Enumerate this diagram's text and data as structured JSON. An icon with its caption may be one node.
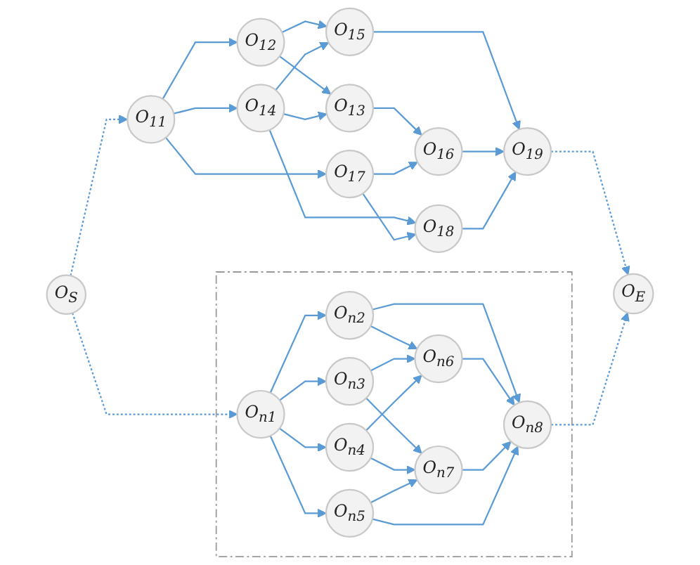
{
  "diagram": {
    "nodes": [
      {
        "text": [
          "O$_{S}$"
        ]
      },
      {
        "text": [
          "O$_{11}$"
        ]
      },
      {
        "text": [
          "O$_{12}$"
        ]
      },
      {
        "text": [
          "O$_{14}$"
        ]
      },
      {
        "text": [
          "O$_{17}$"
        ]
      },
      {
        "text": [
          "O$_{15}$"
        ]
      },
      {
        "text": [
          "O$_{13}$"
        ]
      },
      {
        "text": [
          "O$_{18}$"
        ]
      },
      {
        "text": [
          "O$_{16}$"
        ]
      },
      {
        "text": [
          "O$_{19}$"
        ]
      },
      {
        "text": [],
        "shape": "box"
      },
      {
        "text": [
          "O$_{n1}$"
        ],
        "in": 10
      },
      {
        "text": [
          "O$_{n2}$"
        ],
        "in": 10
      },
      {
        "text": [
          "O$_{n3}$"
        ],
        "in": 10
      },
      {
        "text": [
          "O$_{n4}$"
        ],
        "in": 10
      },
      {
        "text": [
          "O$_{n5}$"
        ],
        "in": 10
      },
      {
        "text": [
          "O$_{n6}$"
        ],
        "in": 10
      },
      {
        "text": [
          "O$_{n7}$"
        ],
        "in": 10
      },
      {
        "text": [
          "O$_{n8}$"
        ],
        "in": 10
      },
      {
        "text": [
          "O$_{E}$"
        ]
      }
    ],
    "edges": [
      {
        "from": 0,
        "to": 1,
        "arrow": "to",
        "style": "dashed"
      },
      {
        "from": 1,
        "to": 2,
        "arrow": "to"
      },
      {
        "from": 1,
        "to": 3,
        "arrow": "to"
      },
      {
        "from": 1,
        "to": 4,
        "arrow": "to"
      },
      {
        "from": 2,
        "to": 5,
        "arrow": "to"
      },
      {
        "from": 2,
        "to": 6,
        "arrow": "to"
      },
      {
        "from": 3,
        "to": 5,
        "arrow": "to"
      },
      {
        "from": 3,
        "to": 6,
        "arrow": "to"
      },
      {
        "from": 3,
        "to": 7,
        "arrow": "to"
      },
      {
        "from": 6,
        "to": 8,
        "arrow": "to"
      },
      {
        "from": 4,
        "to": 8,
        "arrow": "to"
      },
      {
        "from": 4,
        "to": 7,
        "arrow": "to"
      },
      {
        "from": 5,
        "to": 9,
        "arrow": "to"
      },
      {
        "from": 8,
        "to": 9,
        "arrow": "to"
      },
      {
        "from": 7,
        "to": 9,
        "arrow": "to"
      },
      {
        "from": 9,
        "to": 19,
        "arrow": "to",
        "style": "dashed"
      },
      {
        "from": 0,
        "to": 11,
        "arrow": "to",
        "style": "dashed"
      },
      {
        "from": 11,
        "to": 12,
        "arrow": "to"
      },
      {
        "from": 11,
        "to": 13,
        "arrow": "to"
      },
      {
        "from": 11,
        "to": 14,
        "arrow": "to"
      },
      {
        "from": 11,
        "to": 15,
        "arrow": "to"
      },
      {
        "from": 12,
        "to": 16,
        "arrow": "to"
      },
      {
        "from": 13,
        "to": 16,
        "arrow": "to"
      },
      {
        "from": 13,
        "to": 17,
        "arrow": "to"
      },
      {
        "from": 14,
        "to": 16,
        "arrow": "to"
      },
      {
        "from": 14,
        "to": 17,
        "arrow": "to"
      },
      {
        "from": 15,
        "to": 17,
        "arrow": "to"
      },
      {
        "from": 12,
        "to": 18,
        "arrow": "to"
      },
      {
        "from": 16,
        "to": 18,
        "arrow": "to"
      },
      {
        "from": 17,
        "to": 18,
        "arrow": "to"
      },
      {
        "from": 15,
        "to": 18,
        "arrow": "to"
      },
      {
        "from": 18,
        "to": 19,
        "arrow": "to",
        "style": "dashed"
      }
    ]
  }
}
